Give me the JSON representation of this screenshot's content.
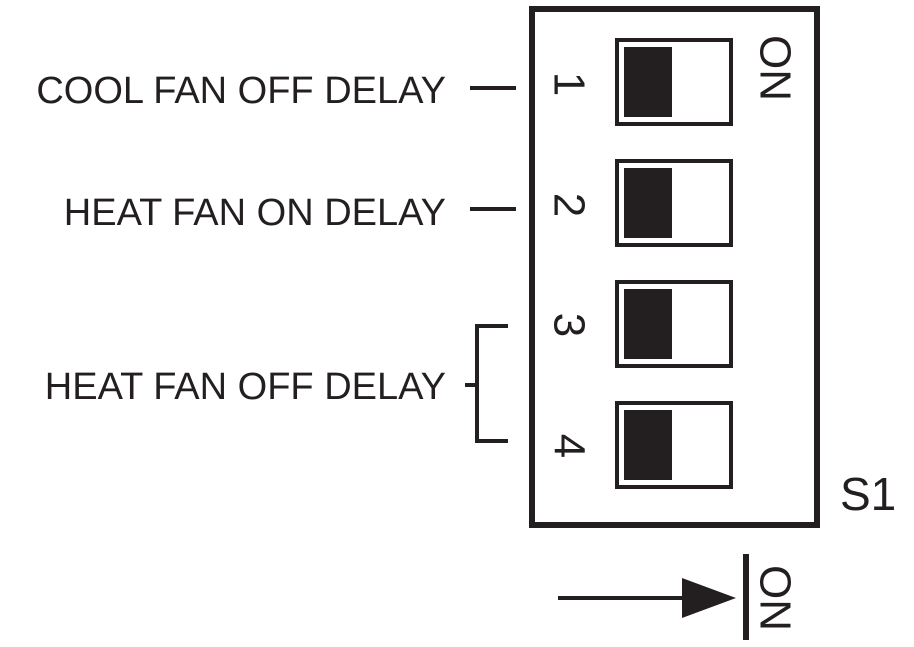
{
  "labels": {
    "cool_fan_off_delay": "COOL FAN OFF DELAY",
    "heat_fan_on_delay": "HEAT FAN ON DELAY",
    "heat_fan_off_delay": "HEAT FAN OFF DELAY"
  },
  "switch": {
    "name": "S1",
    "on_label": "ON",
    "positions": [
      {
        "number": "1",
        "state": "off"
      },
      {
        "number": "2",
        "state": "off"
      },
      {
        "number": "3",
        "state": "off"
      },
      {
        "number": "4",
        "state": "off"
      }
    ]
  },
  "legend": {
    "on_label": "ON"
  },
  "colors": {
    "ink": "#231f20",
    "background": "#ffffff"
  }
}
